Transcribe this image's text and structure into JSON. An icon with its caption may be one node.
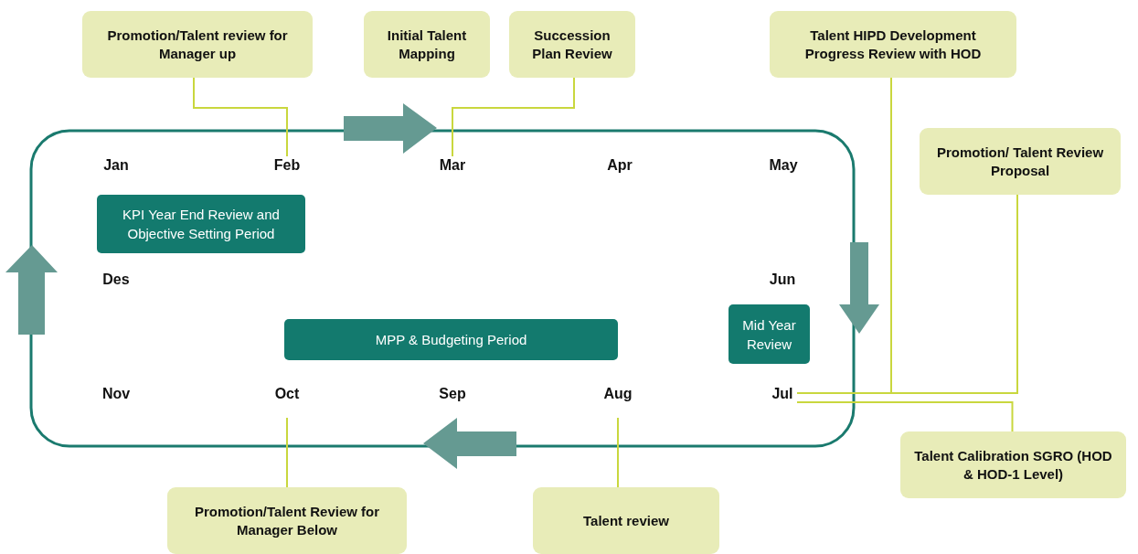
{
  "diagram": {
    "nodes": [
      {
        "text": [
          "Promotion/Talent review for Manager up"
        ]
      },
      {
        "text": [
          "Initial Talent Mapping"
        ]
      },
      {
        "text": [
          "Succession Plan Review"
        ]
      },
      {
        "text": [
          "Talent HIPD Development Progress Review with HOD"
        ]
      },
      {
        "text": [
          "Promotion/ Talent Review Proposal"
        ]
      },
      {
        "text": [
          "Feb"
        ]
      },
      {
        "text": [
          "Mar"
        ]
      },
      {
        "text": [
          "KPI Year End Review and Objective Setting Period"
        ]
      },
      {
        "text": [
          "Mid Year Review"
        ]
      },
      {
        "text": [
          "MPP & Budgeting Period"
        ]
      },
      {
        "text": [
          "Oct"
        ]
      },
      {
        "text": [
          "Aug"
        ]
      },
      {
        "text": [
          "Jul"
        ]
      },
      {
        "text": [
          "Talent Calibration SGRO (HOD & HOD-1 Level)"
        ]
      },
      {
        "text": [
          "Promotion/Talent Review for Manager Below"
        ]
      },
      {
        "text": [
          "Talent review"
        ]
      }
    ],
    "edges": [
      {
        "from": 0,
        "to": 5,
        "arrow": "none"
      },
      {
        "from": 2,
        "to": 6,
        "arrow": "none"
      },
      {
        "from": 3,
        "to": 12,
        "arrow": "none"
      },
      {
        "from": 4,
        "to": 12,
        "arrow": "none"
      },
      {
        "from": 13,
        "to": 12,
        "arrow": "none"
      },
      {
        "from": 14,
        "to": 10,
        "arrow": "none"
      },
      {
        "from": 15,
        "to": 11,
        "arrow": "none"
      }
    ],
    "labels": [
      "Jan",
      "Apr",
      "May",
      "Des",
      "Jun",
      "Nov",
      "Sep"
    ]
  }
}
